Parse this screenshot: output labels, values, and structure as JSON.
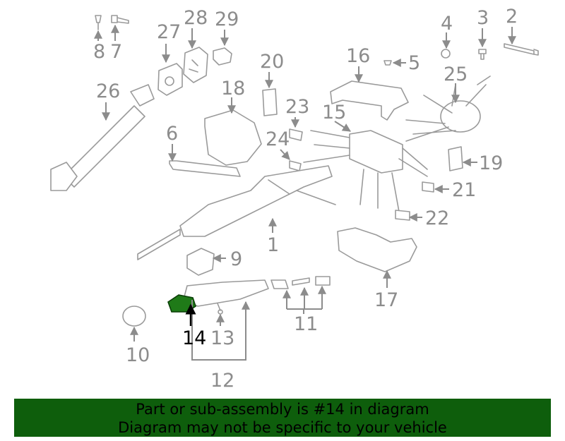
{
  "diagram": {
    "highlight_color": "#1f7a18",
    "labels": {
      "p1": "1",
      "p2": "2",
      "p3": "3",
      "p4": "4",
      "p5": "5",
      "p6": "6",
      "p7": "7",
      "p8": "8",
      "p9": "9",
      "p10": "10",
      "p11": "11",
      "p12": "12",
      "p13": "13",
      "p14": "14",
      "p15": "15",
      "p16": "16",
      "p17": "17",
      "p18": "18",
      "p19": "19",
      "p20": "20",
      "p21": "21",
      "p22": "22",
      "p23": "23",
      "p24": "24",
      "p25": "25",
      "p26": "26",
      "p27": "27",
      "p28": "28",
      "p29": "29"
    }
  },
  "banner": {
    "line1": "Part or sub-assembly is #14 in diagram",
    "line2": "Diagram may not be specific to your vehicle",
    "background": "#0e5e0c"
  }
}
